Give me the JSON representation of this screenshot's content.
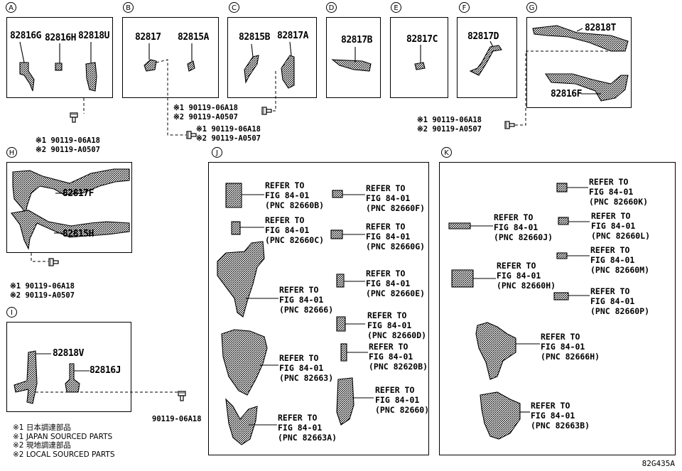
{
  "figure_id": "82G435A",
  "groups": {
    "A": {
      "letter": "A",
      "parts": [
        "82816G",
        "82816H",
        "82818U"
      ]
    },
    "B": {
      "letter": "B",
      "parts": [
        "82817",
        "82815A"
      ]
    },
    "C": {
      "letter": "C",
      "parts": [
        "82815B",
        "82817A"
      ]
    },
    "D": {
      "letter": "D",
      "parts": [
        "82817B"
      ]
    },
    "E": {
      "letter": "E",
      "parts": [
        "82817C"
      ]
    },
    "F": {
      "letter": "F",
      "parts": [
        "82817D"
      ]
    },
    "G": {
      "letter": "G",
      "parts": [
        "82818T",
        "82816F"
      ]
    },
    "H": {
      "letter": "H",
      "parts": [
        "82817F",
        "82815H"
      ]
    },
    "I": {
      "letter": "I",
      "parts": [
        "82818V",
        "82816J"
      ]
    },
    "J": {
      "letter": "J"
    },
    "K": {
      "letter": "K"
    }
  },
  "bolts": {
    "a": [
      "※1 90119-06A18",
      "※2 90119-A0507"
    ],
    "bc": [
      "※1 90119-06A18",
      "※2 90119-A0507"
    ],
    "b": [
      "※1 90119-06A18",
      "※2 90119-A0507"
    ],
    "g": [
      "※1 90119-06A18",
      "※2 90119-A0507"
    ],
    "h": [
      "※1 90119-06A18",
      "※2 90119-A0507"
    ],
    "i": "90119-06A18"
  },
  "refs_j": [
    [
      "REFER TO",
      "FIG 84-01",
      "(PNC 82660B)"
    ],
    [
      "REFER TO",
      "FIG 84-01",
      "(PNC 82660C)"
    ],
    [
      "REFER TO",
      "FIG 84-01",
      "(PNC 82666)"
    ],
    [
      "REFER TO",
      "FIG 84-01",
      "(PNC 82663)"
    ],
    [
      "REFER TO",
      "FIG 84-01",
      "(PNC 82663A)"
    ],
    [
      "REFER TO",
      "FIG 84-01",
      "(PNC 82660F)"
    ],
    [
      "REFER TO",
      "FIG 84-01",
      "(PNC 82660G)"
    ],
    [
      "REFER TO",
      "FIG 84-01",
      "(PNC 82660E)"
    ],
    [
      "REFER TO",
      "FIG 84-01",
      "(PNC 82660D)"
    ],
    [
      "REFER TO",
      "FIG 84-01",
      "(PNC 82620B)"
    ],
    [
      "REFER TO",
      "FIG 84-01",
      "(PNC 82660)"
    ]
  ],
  "refs_k": [
    [
      "REFER TO",
      "FIG 84-01",
      "(PNC 82660K)"
    ],
    [
      "REFER TO",
      "FIG 84-01",
      "(PNC 82660J)"
    ],
    [
      "REFER TO",
      "FIG 84-01",
      "(PNC 82660L)"
    ],
    [
      "REFER TO",
      "FIG 84-01",
      "(PNC 82660M)"
    ],
    [
      "REFER TO",
      "FIG 84-01",
      "(PNC 82660H)"
    ],
    [
      "REFER TO",
      "FIG 84-01",
      "(PNC 82660P)"
    ],
    [
      "REFER TO",
      "FIG 84-01",
      "(PNC 82666H)"
    ],
    [
      "REFER TO",
      "FIG 84-01",
      "(PNC 82663B)"
    ]
  ],
  "legend": [
    "※1 日本調達部品",
    "※1 JAPAN SOURCED PARTS",
    "※2 現地調達部品",
    "※2 LOCAL SOURCED PARTS"
  ]
}
